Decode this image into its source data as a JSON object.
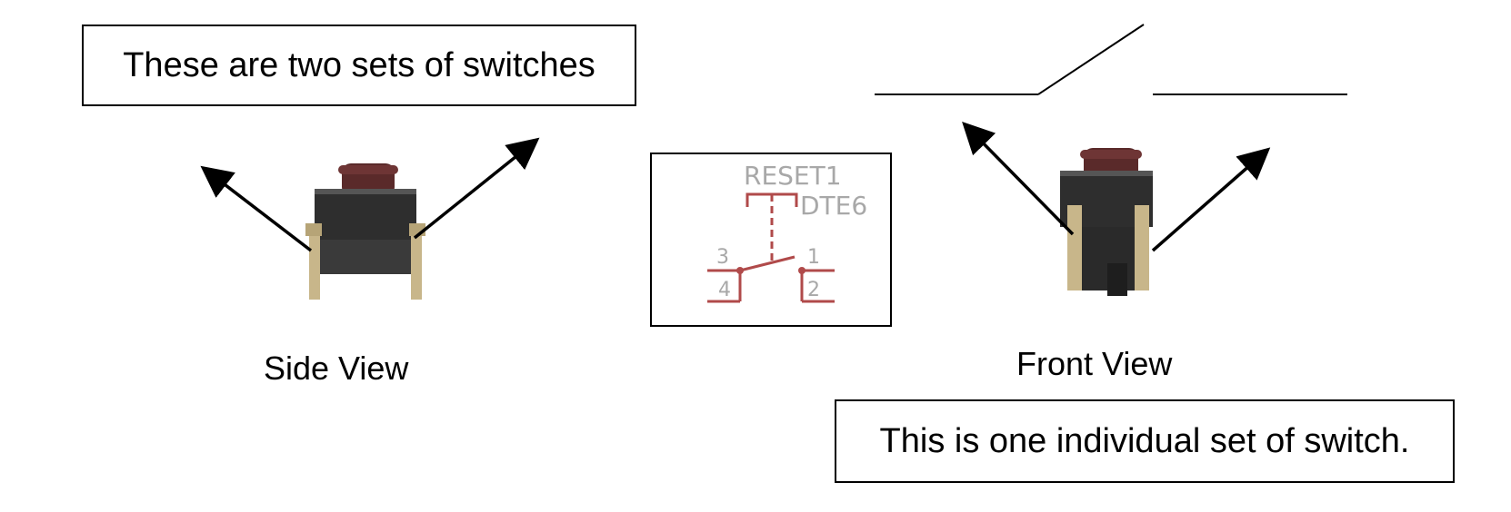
{
  "callouts": {
    "two_sets": "These are two sets of switches",
    "one_set": "This is one individual set of switch."
  },
  "captions": {
    "side_view": "Side View",
    "front_view": "Front View"
  },
  "schematic": {
    "part_name": "RESET1",
    "part_value": "DTE6",
    "pins": [
      "3",
      "4",
      "1",
      "2"
    ]
  },
  "colors": {
    "schematic_line": "#b04a4a",
    "schematic_text": "#a8a8a8",
    "button_cap": "#5a2a2a",
    "switch_body": "#2e2e2e",
    "pin_metal": "#c8b68a"
  }
}
